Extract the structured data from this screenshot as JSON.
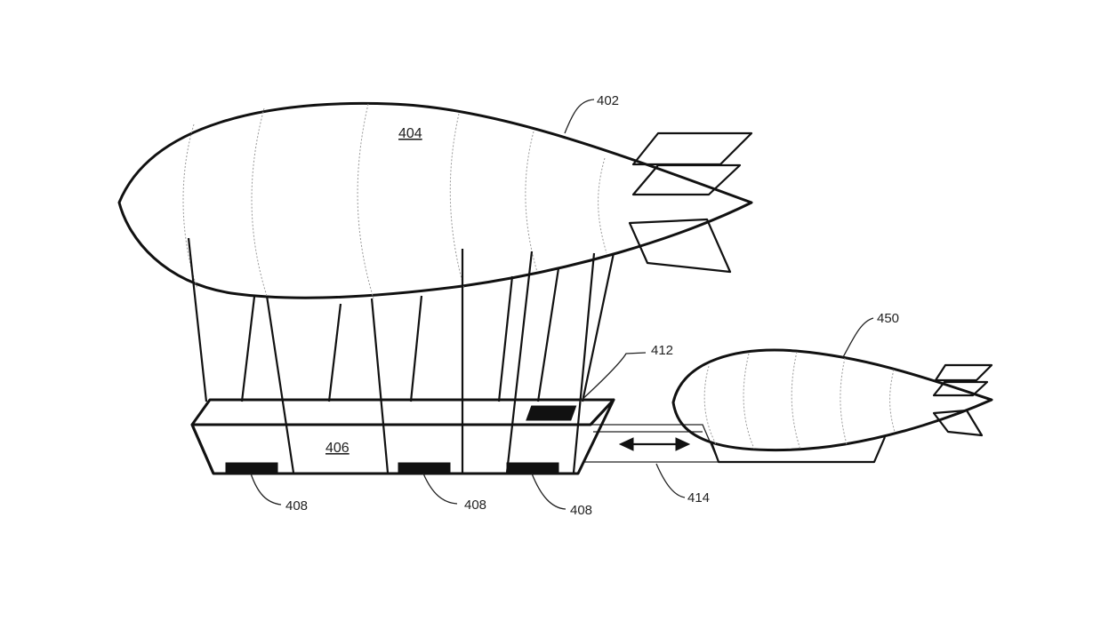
{
  "labels": {
    "airship_ref": "402",
    "envelope_ref": "404",
    "gondola_ref": "406",
    "slot_ref_1": "408",
    "slot_ref_2": "408",
    "slot_ref_3": "408",
    "panel_ref": "412",
    "connector_ref": "414",
    "shuttle_ref": "450"
  }
}
